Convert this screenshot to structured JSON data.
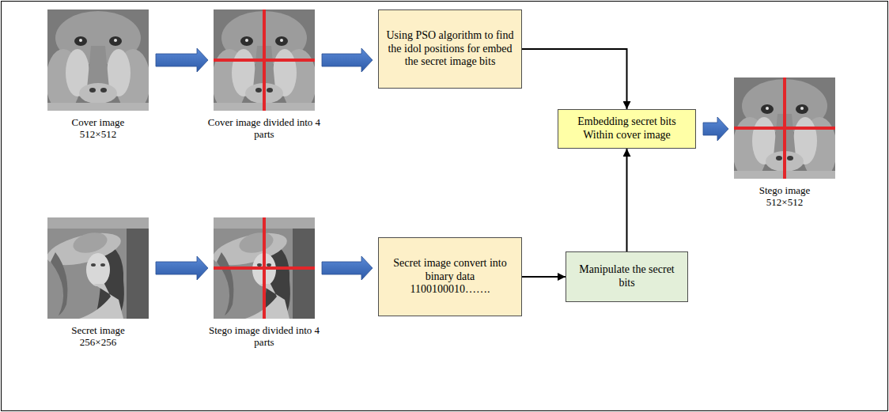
{
  "diagram": {
    "nodes": [
      {
        "text": [
          "Cover image 512×512"
        ]
      },
      {
        "text": [
          "Cover image divided into 4 parts"
        ]
      },
      {
        "text": [
          "Using PSO algorithm to find the idol positions for embed the secret image bits"
        ]
      },
      {
        "text": [
          "Embedding secret bits Within cover image"
        ]
      },
      {
        "text": [
          "Stego image 512×512"
        ]
      },
      {
        "text": [
          "Secret image 256×256"
        ]
      },
      {
        "text": [
          "Stego image divided into 4 parts"
        ]
      },
      {
        "text": [
          "Secret image convert into binary data 1100100010……."
        ]
      },
      {
        "text": [
          "Manipulate the secret bits"
        ]
      }
    ],
    "edges": [
      {
        "from": 0,
        "to": 1,
        "arrow": "to"
      },
      {
        "from": 1,
        "to": 2,
        "arrow": "to"
      },
      {
        "from": 2,
        "to": 3,
        "arrow": "to"
      },
      {
        "from": 5,
        "to": 6,
        "arrow": "to"
      },
      {
        "from": 6,
        "to": 7,
        "arrow": "to"
      },
      {
        "from": 7,
        "to": 8,
        "arrow": "to"
      },
      {
        "from": 8,
        "to": 3,
        "arrow": "to"
      },
      {
        "from": 3,
        "to": 4,
        "arrow": "to"
      }
    ]
  }
}
